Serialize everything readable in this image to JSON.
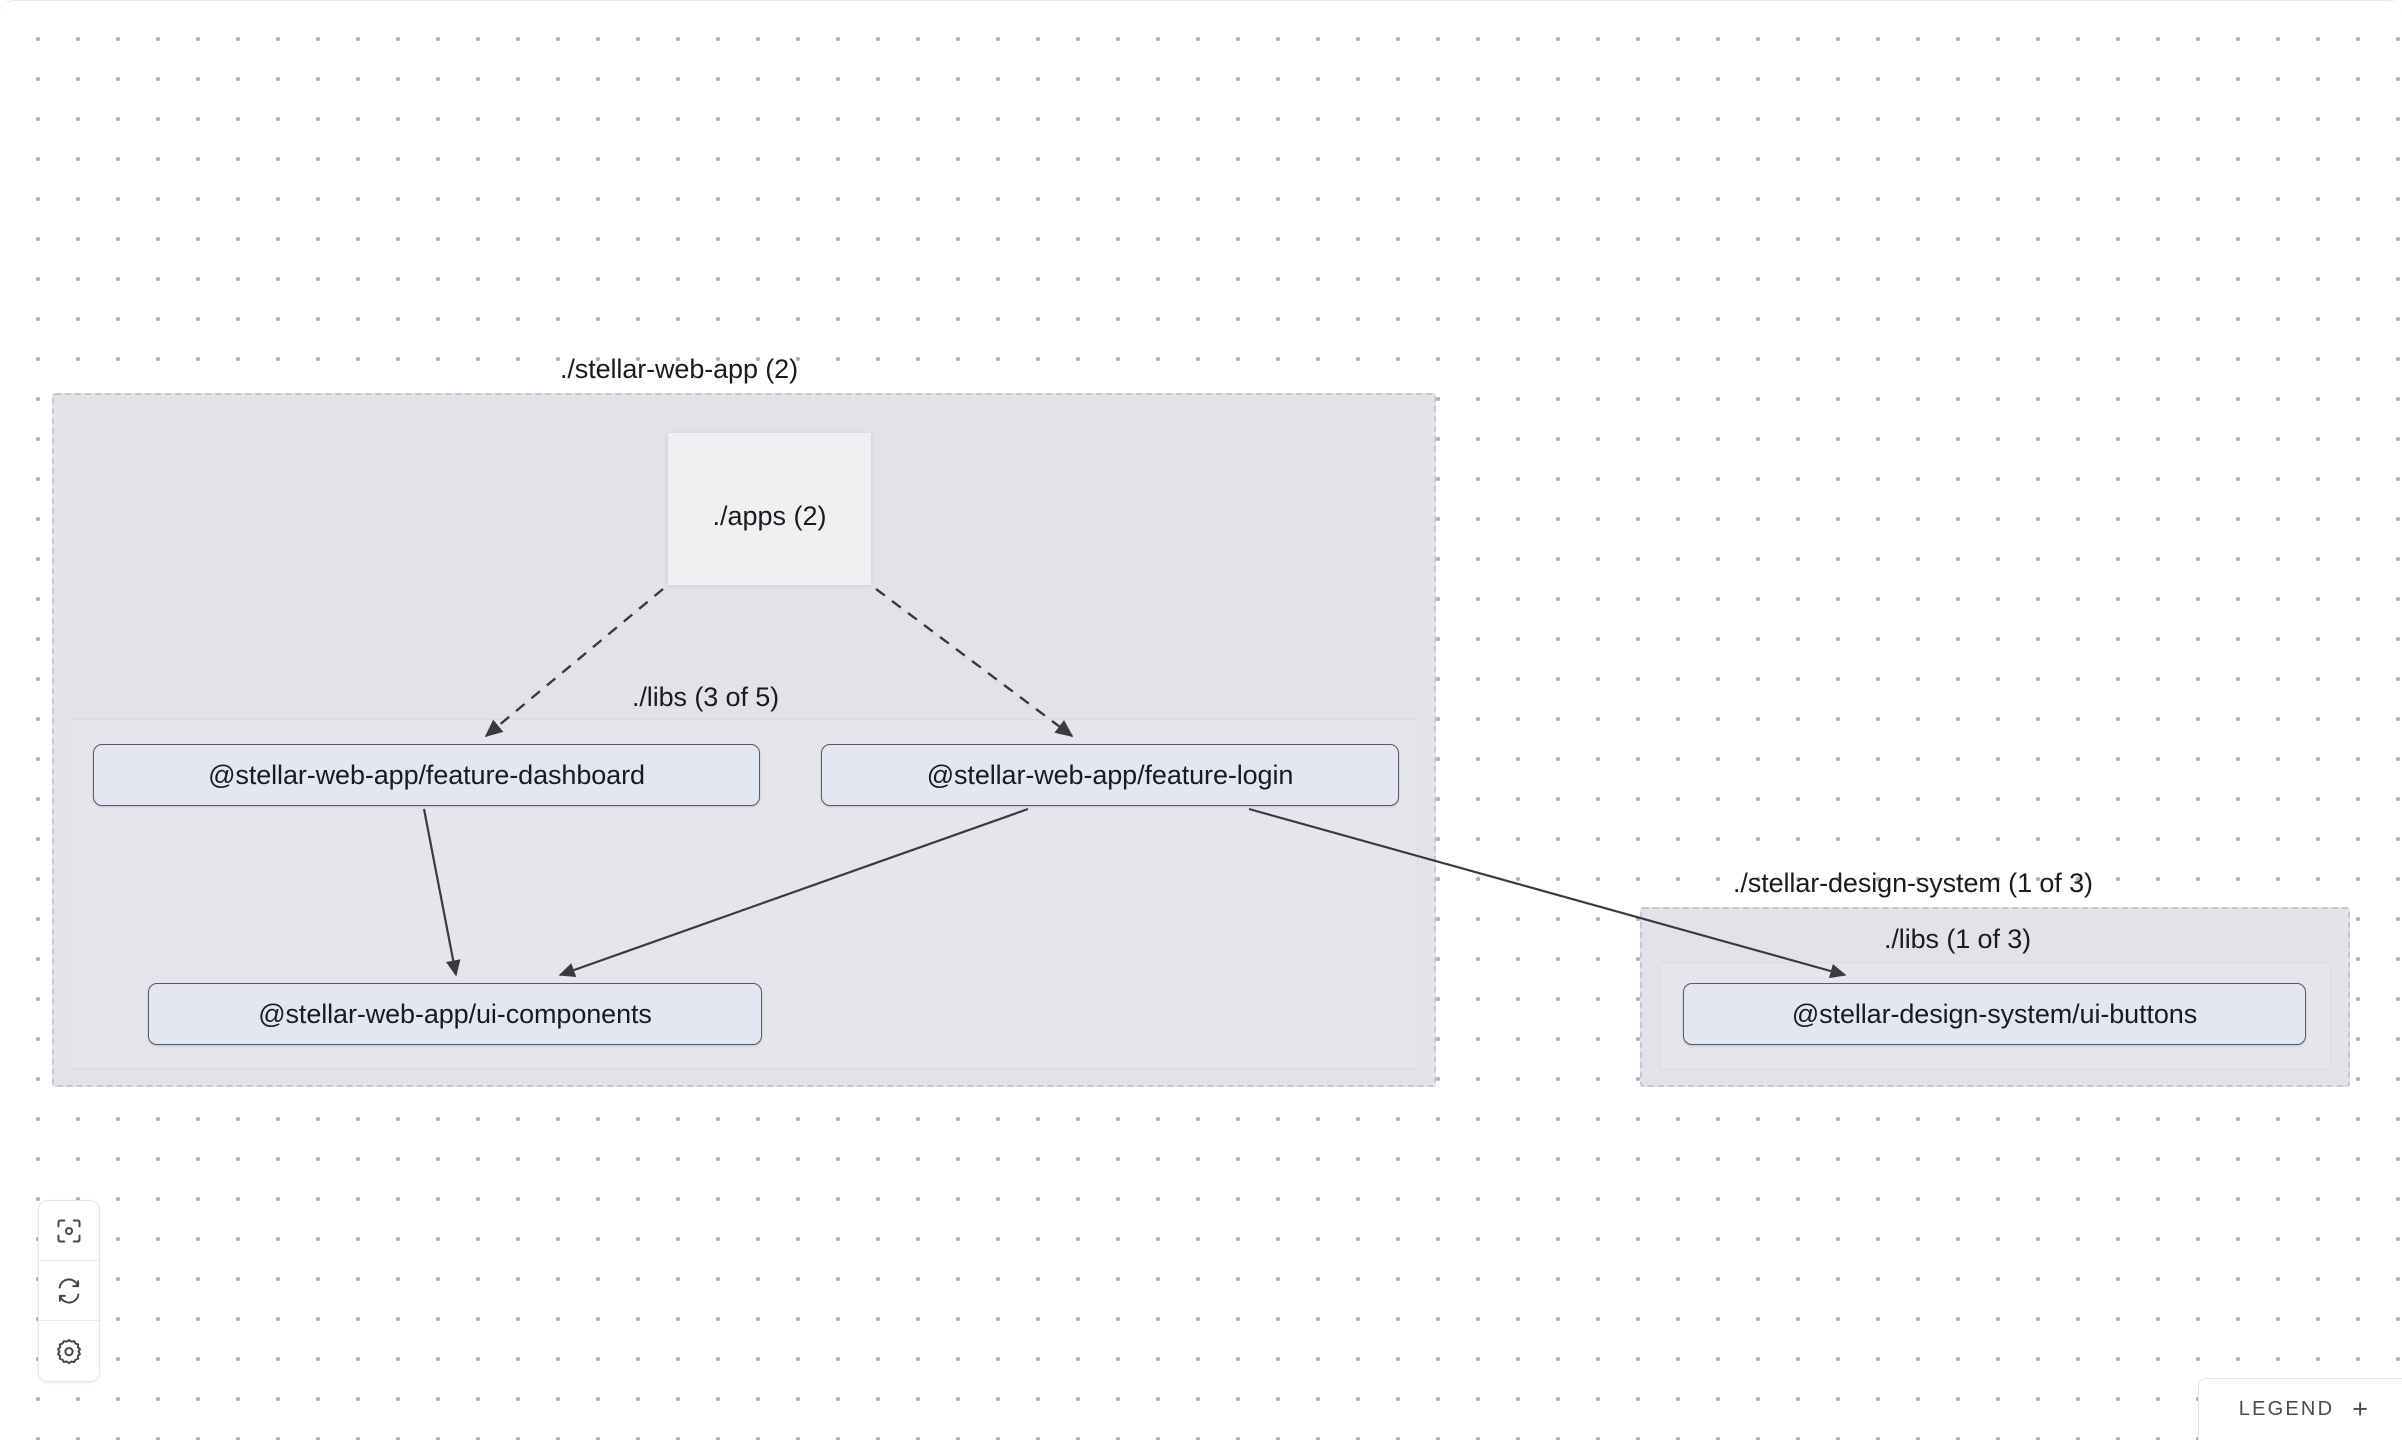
{
  "app": {
    "view": "project-graph"
  },
  "graph": {
    "groups": [
      {
        "id": "stellar-web-app",
        "label": "./stellar-web-app (2)",
        "inner": {
          "id": "web-app-libs",
          "label": "./libs (3 of 5)"
        }
      },
      {
        "id": "stellar-design-system",
        "label": "./stellar-design-system (1 of 3)",
        "inner": {
          "id": "design-system-libs",
          "label": "./libs (1 of 3)"
        }
      }
    ],
    "folders": [
      {
        "id": "apps",
        "label": "./apps (2)"
      }
    ],
    "nodes": [
      {
        "id": "feature-dashboard",
        "label": "@stellar-web-app/feature-dashboard"
      },
      {
        "id": "feature-login",
        "label": "@stellar-web-app/feature-login"
      },
      {
        "id": "ui-components",
        "label": "@stellar-web-app/ui-components"
      },
      {
        "id": "ui-buttons",
        "label": "@stellar-design-system/ui-buttons"
      }
    ],
    "edges": [
      {
        "from": "apps",
        "to": "feature-dashboard",
        "style": "dashed"
      },
      {
        "from": "apps",
        "to": "feature-login",
        "style": "dashed"
      },
      {
        "from": "feature-dashboard",
        "to": "ui-components",
        "style": "solid"
      },
      {
        "from": "feature-login",
        "to": "ui-components",
        "style": "solid"
      },
      {
        "from": "feature-login",
        "to": "ui-buttons",
        "style": "solid"
      }
    ]
  },
  "controls": [
    {
      "id": "focus",
      "icon": "focus-target-icon"
    },
    {
      "id": "refresh",
      "icon": "refresh-icon"
    },
    {
      "id": "settings",
      "icon": "gear-icon"
    }
  ],
  "legend": {
    "label": "LEGEND",
    "toggle": "+"
  },
  "colors": {
    "canvas_bg": "#ffffff",
    "dot": "#a8b2c1",
    "group_fill": "#e4e2e8",
    "group_border": "#c9c6d2",
    "node_fill": "#e2e7f1",
    "node_border": "#5a5a66",
    "folder_fill": "#f0f0f2",
    "edge": "#3a3a42",
    "text": "#1b1b1f"
  }
}
